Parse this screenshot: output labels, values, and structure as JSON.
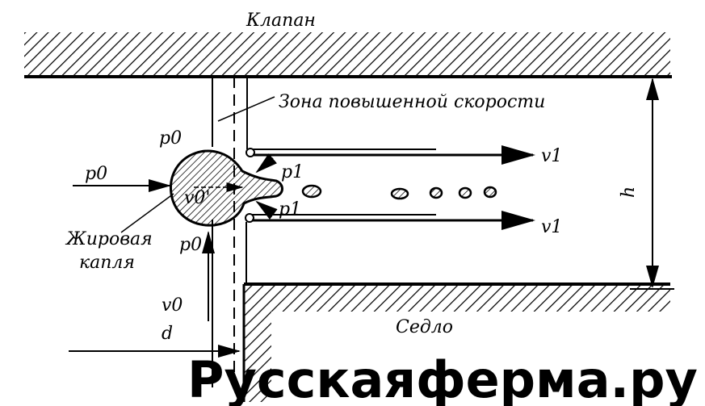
{
  "labels": {
    "valve": "Клапан",
    "zone": "Зона повышенной скорости",
    "p0_top": "p0",
    "p0_left": "p0",
    "p0_bottom": "p0",
    "p1_top": "p1",
    "p1_bottom": "p1",
    "v1_top": "v1",
    "v1_bottom": "v1",
    "v0_prime": "v0'",
    "v0": "v0",
    "d": "d",
    "h": "h",
    "fat_drop_line1": "Жировая",
    "fat_drop_line2": "капля",
    "seat": "Седло"
  },
  "watermark": "Русскаяферма.ру"
}
